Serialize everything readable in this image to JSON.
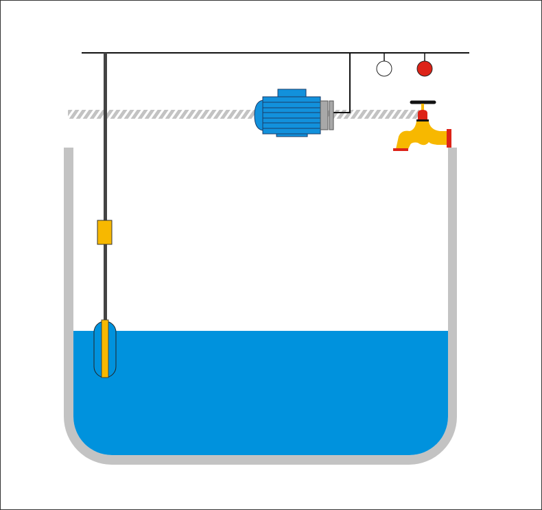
{
  "diagram": {
    "colors": {
      "water": "#0092dd",
      "tank_wall": "#c3c3c3",
      "motor": "#1291dc",
      "float": "#f7b800",
      "lamp_off": "#ffffff",
      "lamp_on": "#dd2318",
      "faucet": "#f7b800",
      "faucet_accent": "#dd2318",
      "wire": "#111111",
      "rod": "#444444"
    },
    "water_level_fraction": 0.41,
    "lamps": [
      {
        "state": "off"
      },
      {
        "state": "on"
      }
    ]
  }
}
